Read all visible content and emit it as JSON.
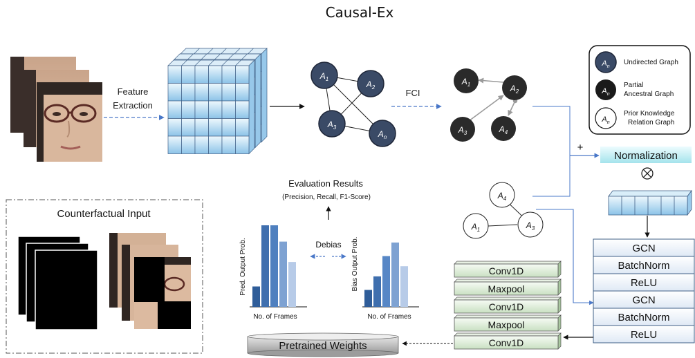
{
  "title": "Causal-Ex",
  "labels": {
    "feature_extraction_1": "Feature",
    "feature_extraction_2": "Extraction",
    "fci": "FCI",
    "plus": "+",
    "normalization": "Normalization",
    "otimes": "⊗",
    "evaluation_title": "Evaluation Results",
    "evaluation_metrics": "(Precision, Recall, F1-Score)",
    "counterfactual_input": "Counterfactual Input",
    "debias": "Debias",
    "pred_ylabel": "Pred. Output Prob.",
    "bias_ylabel": "Bias Output Prob.",
    "frames_xlabel_1": "No. of Frames",
    "frames_xlabel_2": "No. of Frames",
    "pretrained_weights": "Pretrained Weights"
  },
  "nodes": {
    "a1": "A1",
    "a2": "A2",
    "a3": "A3",
    "an": "An",
    "a4": "A4"
  },
  "legend": [
    {
      "symbol": "An",
      "line1": "Undirected Graph",
      "line2": ""
    },
    {
      "symbol": "An",
      "line1": "Partial",
      "line2": "Ancestral Graph"
    },
    {
      "symbol": "An",
      "line1": "Prior Knowledge",
      "line2": "Relation Graph"
    }
  ],
  "gcn_stack": [
    "GCN",
    "BatchNorm",
    "ReLU",
    "GCN",
    "BatchNorm",
    "ReLU"
  ],
  "conv_stack": [
    "Conv1D",
    "Maxpool",
    "Conv1D",
    "Maxpool",
    "Conv1D"
  ],
  "colors": {
    "node_blue": "#3a4a66",
    "node_black": "#2a2a2a",
    "arrow_blue": "#4a78c8",
    "box_green_top": "#f4faf2",
    "box_green_bottom": "#cfe3c9",
    "norm_top": "#e9fbfd",
    "norm_bottom": "#a9e6ee",
    "cube_top": "#e8f4fc",
    "cube_bottom": "#8fc4e8"
  },
  "bar_values": {
    "pred": [
      0.25,
      1.0,
      1.0,
      0.8,
      0.55
    ],
    "bias": [
      0.25,
      0.45,
      0.75,
      0.95,
      0.6
    ]
  }
}
